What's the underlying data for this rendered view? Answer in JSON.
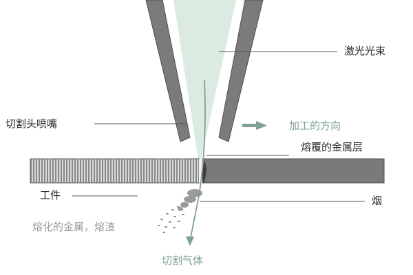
{
  "labels": {
    "laser_beam": "激光光束",
    "nozzle": "切割头喷嘴",
    "cut_direction": "加工的方向",
    "cladding_layer": "熔覆的金属层",
    "workpiece": "工件",
    "smoke": "烟",
    "molten_slag": "熔化的金属，熔渣",
    "cutting_gas": "切割气体"
  },
  "colors": {
    "nozzle_fill": "#7b7b7b",
    "beam_fill": "#dcebe2",
    "accent_green": "#7e9f92",
    "workpiece_dark": "#7a7a7a",
    "stripe_dark": "#8a8a8a",
    "stripe_light": "#d9d9d9",
    "leader_line": "#555555"
  }
}
